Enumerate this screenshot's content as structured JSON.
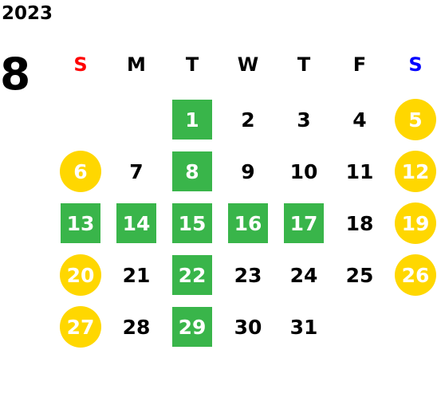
{
  "calendar": {
    "year": "2023",
    "month": "8",
    "weekdays": [
      {
        "label": "S",
        "color": "#ff0000"
      },
      {
        "label": "M",
        "color": "#000000"
      },
      {
        "label": "T",
        "color": "#000000"
      },
      {
        "label": "W",
        "color": "#000000"
      },
      {
        "label": "T",
        "color": "#000000"
      },
      {
        "label": "F",
        "color": "#000000"
      },
      {
        "label": "S",
        "color": "#0000ff"
      }
    ],
    "styles": {
      "green": "#39b54a",
      "yellow": "#ffd700"
    },
    "weeks": [
      [
        null,
        null,
        {
          "day": "1",
          "style": "green"
        },
        {
          "day": "2",
          "style": "plain"
        },
        {
          "day": "3",
          "style": "plain"
        },
        {
          "day": "4",
          "style": "plain"
        },
        {
          "day": "5",
          "style": "yellow"
        }
      ],
      [
        {
          "day": "6",
          "style": "yellow"
        },
        {
          "day": "7",
          "style": "plain"
        },
        {
          "day": "8",
          "style": "green"
        },
        {
          "day": "9",
          "style": "plain"
        },
        {
          "day": "10",
          "style": "plain"
        },
        {
          "day": "11",
          "style": "plain"
        },
        {
          "day": "12",
          "style": "yellow"
        }
      ],
      [
        {
          "day": "13",
          "style": "green"
        },
        {
          "day": "14",
          "style": "green"
        },
        {
          "day": "15",
          "style": "green"
        },
        {
          "day": "16",
          "style": "green"
        },
        {
          "day": "17",
          "style": "green"
        },
        {
          "day": "18",
          "style": "plain"
        },
        {
          "day": "19",
          "style": "yellow"
        }
      ],
      [
        {
          "day": "20",
          "style": "yellow"
        },
        {
          "day": "21",
          "style": "plain"
        },
        {
          "day": "22",
          "style": "green"
        },
        {
          "day": "23",
          "style": "plain"
        },
        {
          "day": "24",
          "style": "plain"
        },
        {
          "day": "25",
          "style": "plain"
        },
        {
          "day": "26",
          "style": "yellow"
        }
      ],
      [
        {
          "day": "27",
          "style": "yellow"
        },
        {
          "day": "28",
          "style": "plain"
        },
        {
          "day": "29",
          "style": "green"
        },
        {
          "day": "30",
          "style": "plain"
        },
        {
          "day": "31",
          "style": "plain"
        },
        null,
        null
      ]
    ]
  }
}
